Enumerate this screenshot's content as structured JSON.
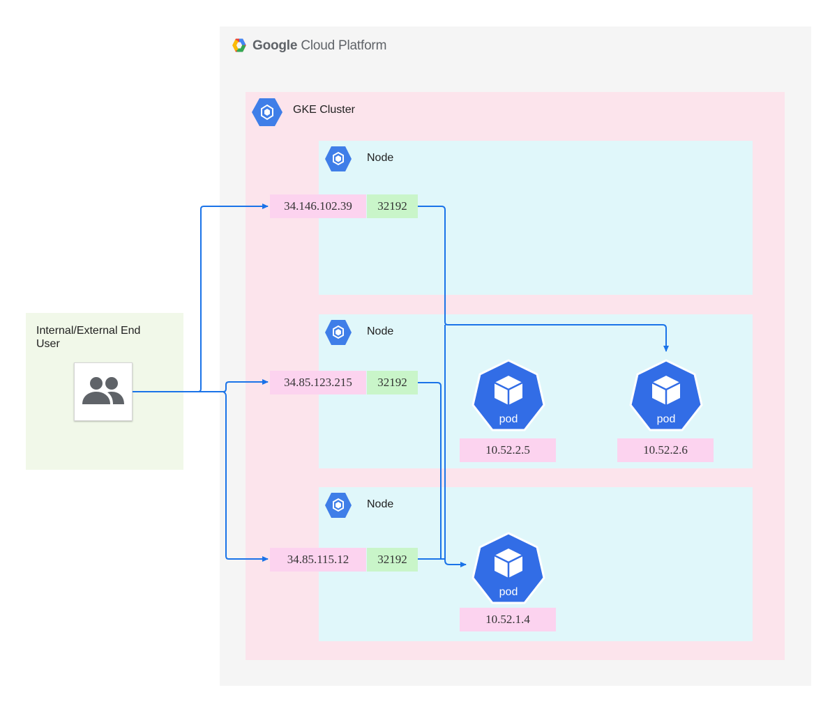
{
  "platform": {
    "brand_google": "Google",
    "brand_rest": " Cloud Platform"
  },
  "cluster": {
    "label": "GKE Cluster"
  },
  "nodes": [
    {
      "label": "Node",
      "ip": "34.146.102.39",
      "port": "32192"
    },
    {
      "label": "Node",
      "ip": "34.85.123.215",
      "port": "32192"
    },
    {
      "label": "Node",
      "ip": "34.85.115.12",
      "port": "32192"
    }
  ],
  "pods": [
    {
      "label": "pod",
      "ip": "10.52.2.5"
    },
    {
      "label": "pod",
      "ip": "10.52.2.6"
    },
    {
      "label": "pod",
      "ip": "10.52.1.4"
    }
  ],
  "end_user": {
    "label": "Internal/External End User"
  },
  "colors": {
    "gke_blue": "#3f7ee8",
    "arrow_blue": "#1a73e8",
    "pod_blue": "#326de6",
    "cluster_bg": "#fce4ec",
    "node_bg": "#e0f7fa",
    "ip_bg": "#fcd3ef",
    "port_bg": "#c9f5c9"
  }
}
